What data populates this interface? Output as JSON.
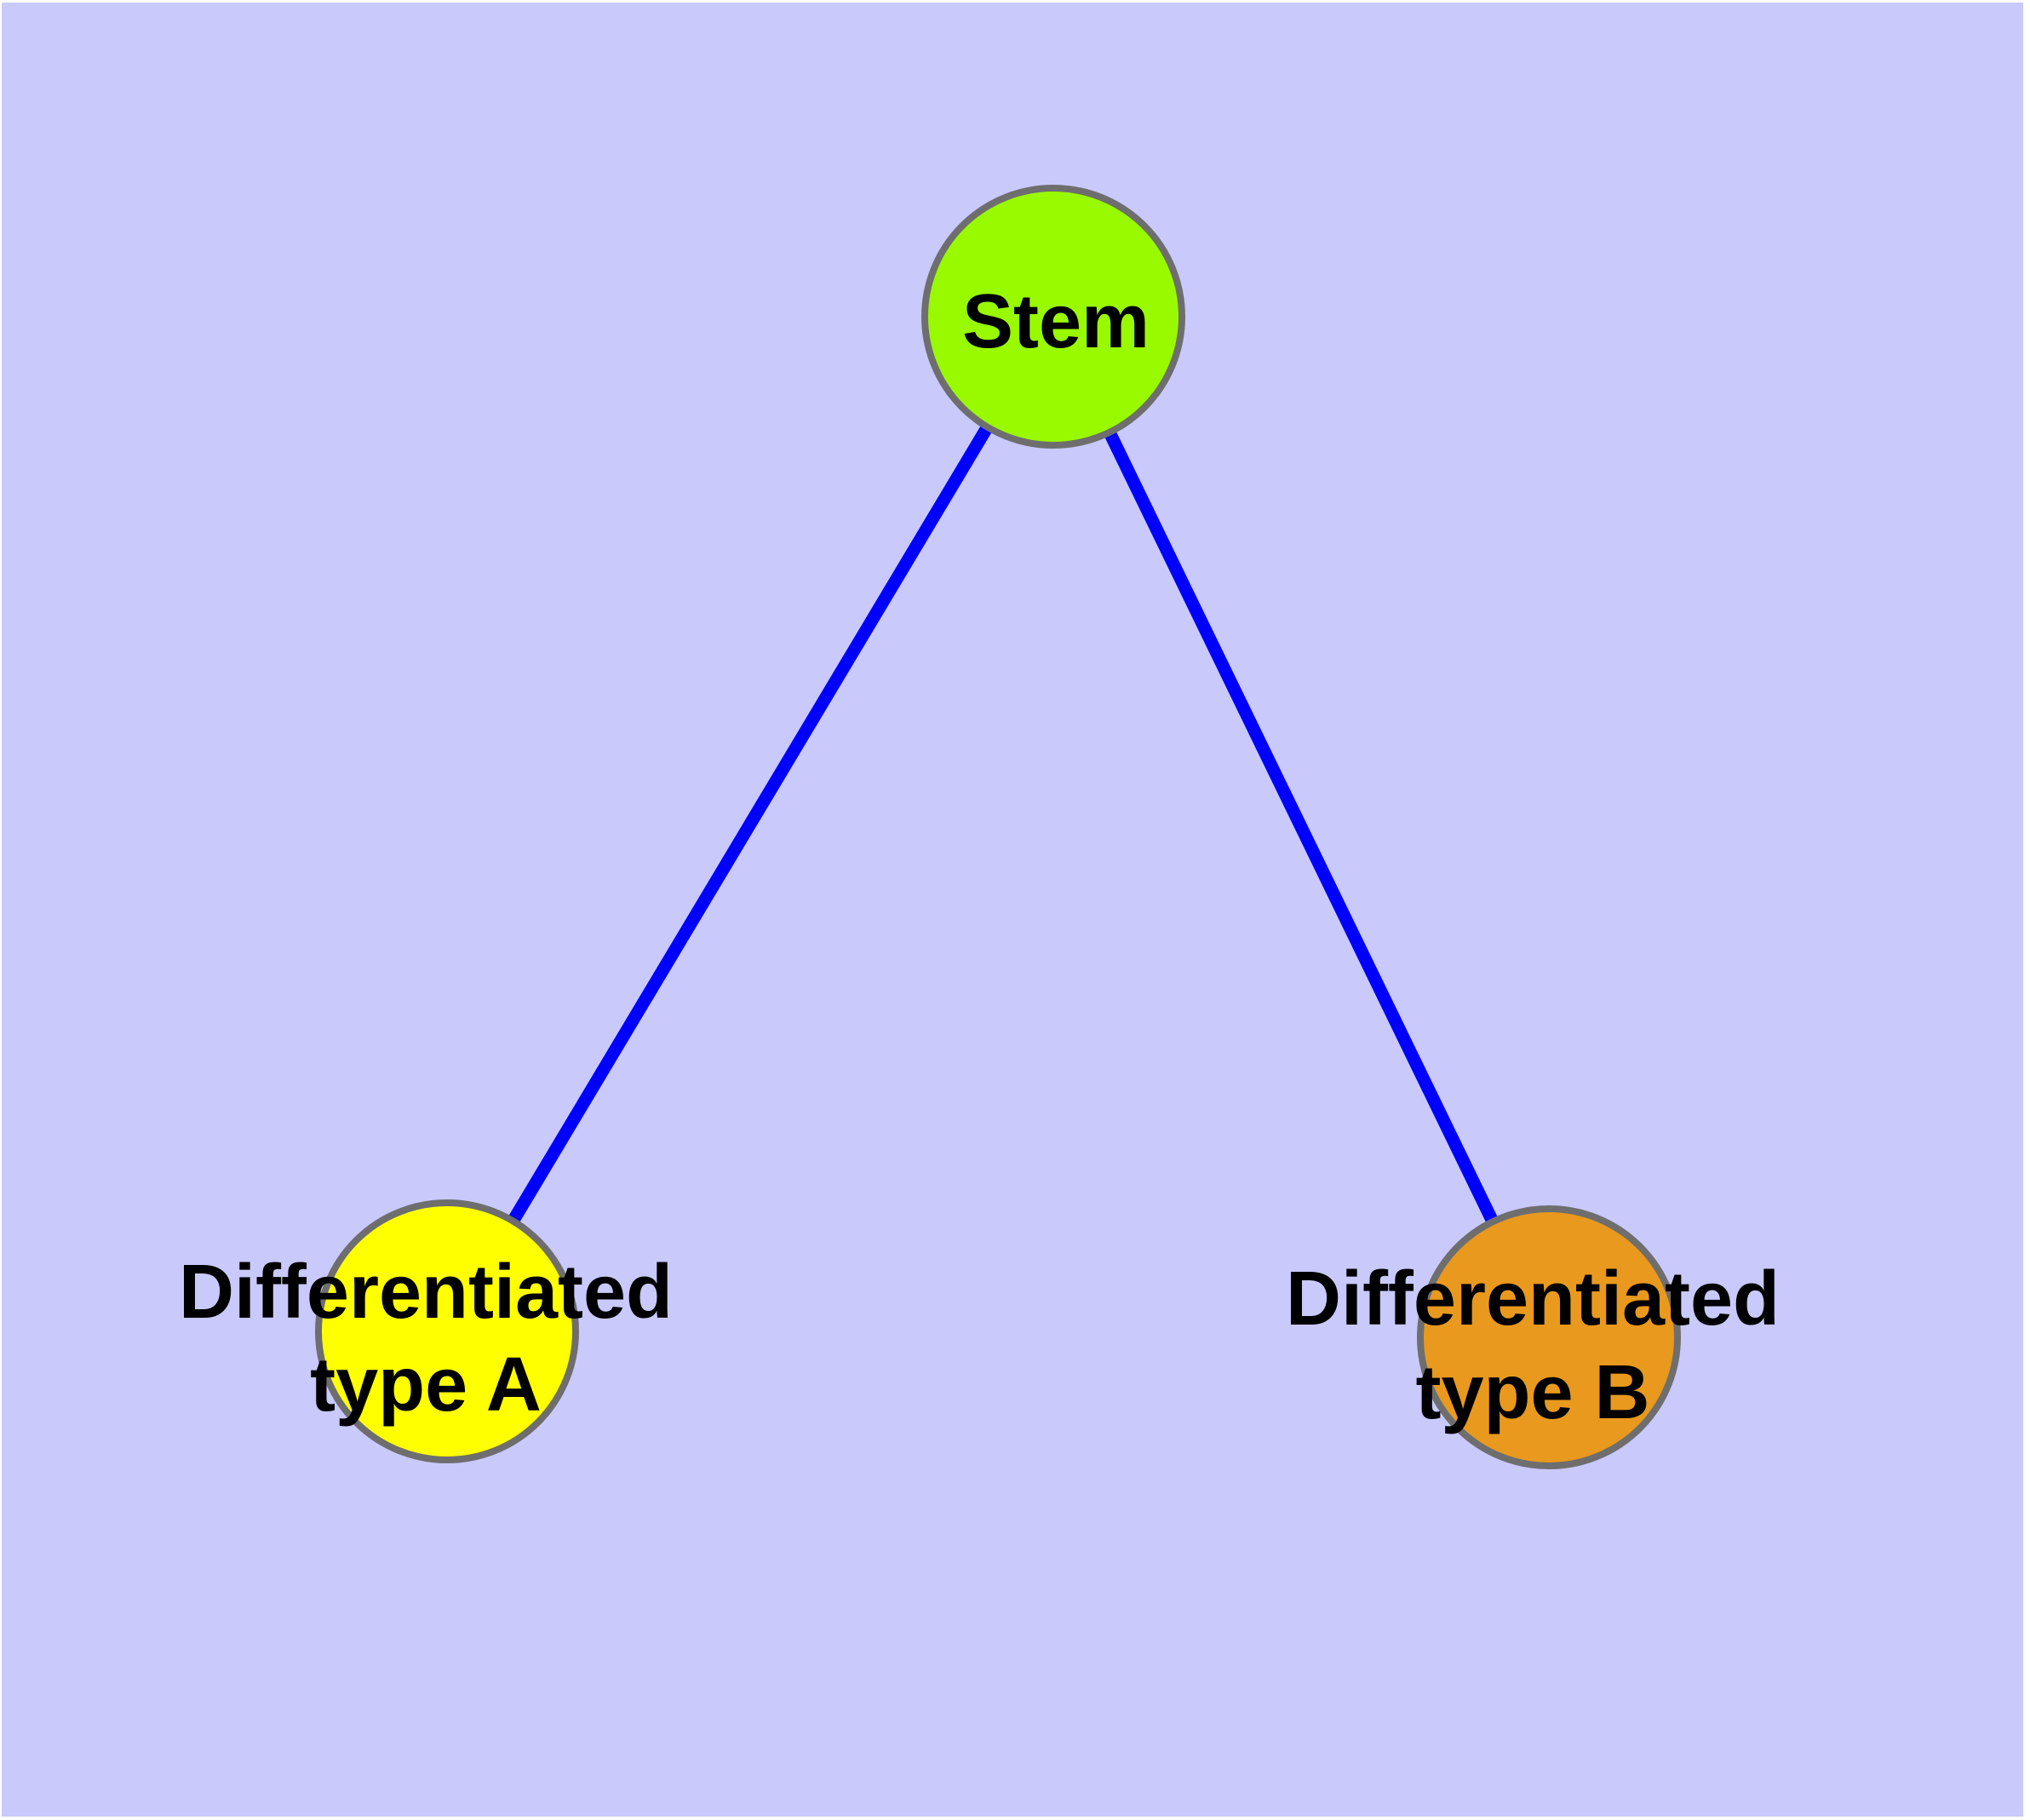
{
  "diagram": {
    "background_color": "#c9c9fc",
    "canvas_margin_color": "#ffffff",
    "edge_color": "#0000ff",
    "node_border_color": "#6e6e6e",
    "label_color": "#000000",
    "nodes": [
      {
        "id": "stem",
        "label": "Stem",
        "fill_color": "#99fa00"
      },
      {
        "id": "differentiated-type-a",
        "label": "Differentiated type A",
        "label_lines": {
          "first": "Differentiated",
          "second": "type A"
        },
        "fill_color": "#ffff00"
      },
      {
        "id": "differentiated-type-b",
        "label": "Differentiated type B",
        "label_lines": {
          "first": "Differentiated",
          "second": "type B"
        },
        "fill_color": "#e8991e"
      }
    ],
    "edges": [
      {
        "from": "Stem",
        "to": "Differentiated type A"
      },
      {
        "from": "Stem",
        "to": "Differentiated type B"
      }
    ]
  }
}
